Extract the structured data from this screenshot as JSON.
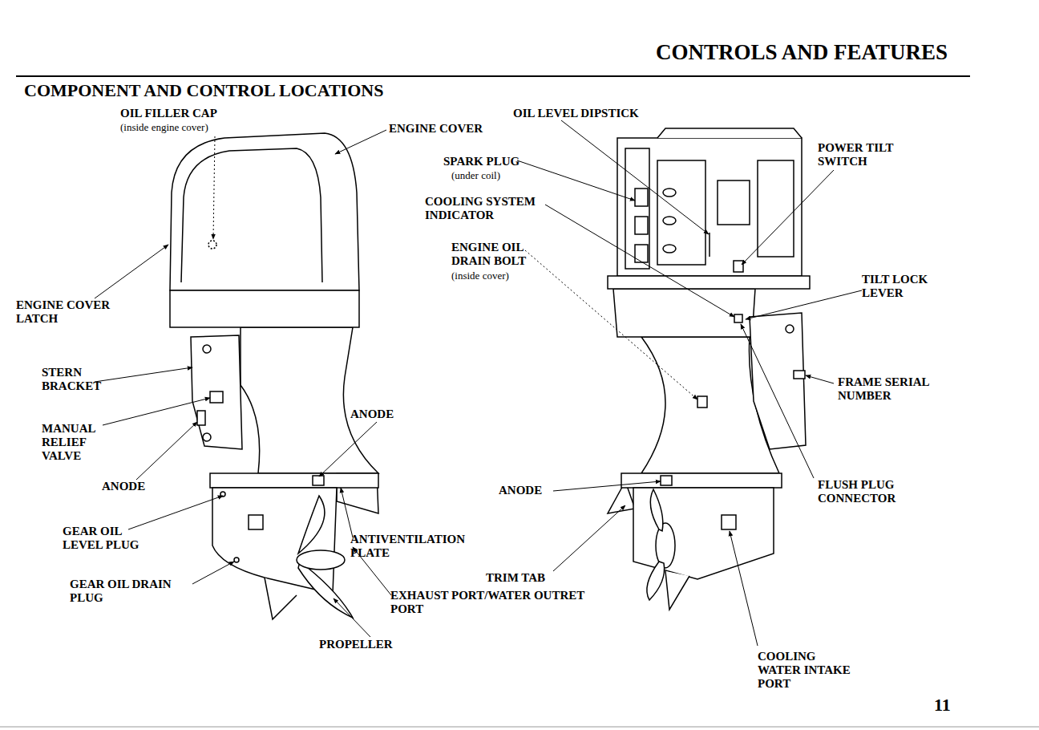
{
  "diagram": {
    "title": "COMPONENT AND CONTROL LOCATIONS",
    "labels": [
      "CONTROLS AND FEATURES",
      "OIL FILLER CAP",
      "(inside engine cover)",
      "ENGINE COVER",
      "ENGINE COVER LATCH",
      "STERN BRACKET",
      "MANUAL RELIEF VALVE",
      "ANODE",
      "ANODE",
      "GEAR OIL LEVEL PLUG",
      "GEAR OIL DRAIN PLUG",
      "PROPELLER",
      "ANTIVENTILATION PLATE",
      "TRIM TAB",
      "EXHAUST PORT/WATER OUTRET PORT",
      "OIL LEVEL DIPSTICK",
      "SPARK PLUG",
      "(under coil)",
      "COOLING SYSTEM INDICATOR",
      "ENGINE OIL DRAIN BOLT",
      "(inside cover)",
      "ANODE",
      "POWER TILT SWITCH",
      "TILT LOCK LEVER",
      "FRAME SERIAL NUMBER",
      "FLUSH PLUG CONNECTOR",
      "COOLING WATER INTAKE PORT",
      "11"
    ]
  }
}
